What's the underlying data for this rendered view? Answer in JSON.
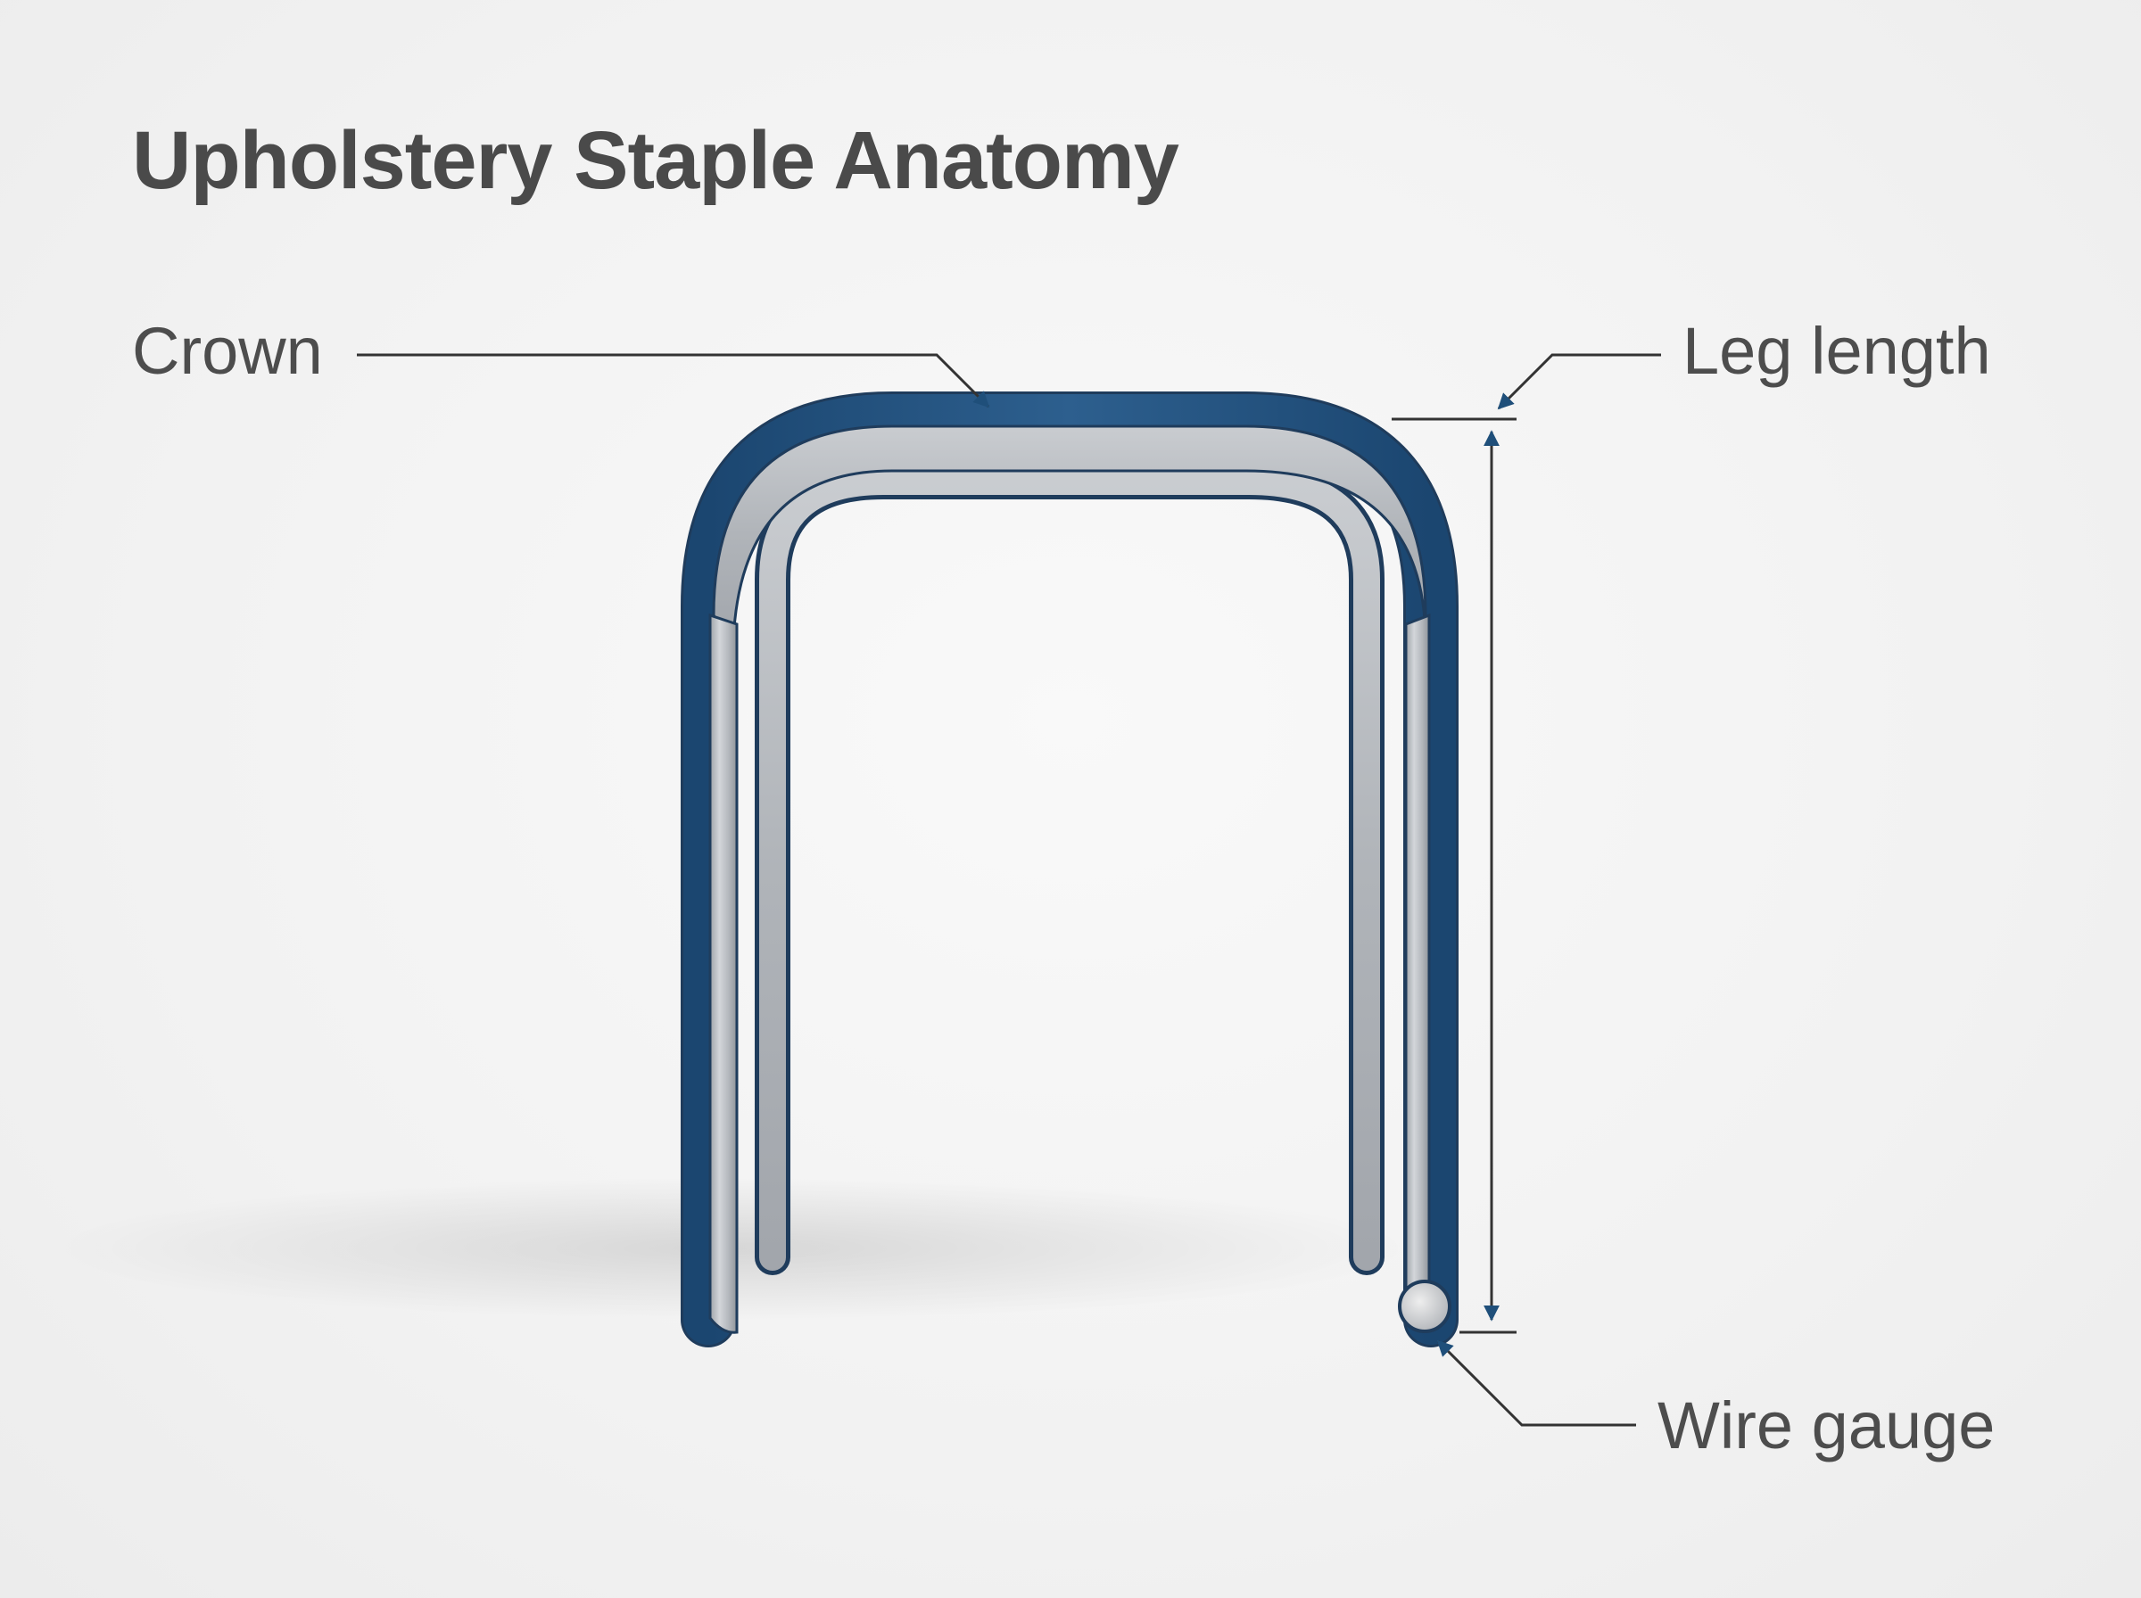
{
  "title": "Upholstery Staple Anatomy",
  "labels": {
    "crown": "Crown",
    "leg_length": "Leg length",
    "wire_gauge": "Wire gauge"
  },
  "colors": {
    "accent_blue": "#1f4f7a",
    "steel": "#b9bdc2",
    "text": "#4a4a4a",
    "leader_line": "#333333"
  }
}
